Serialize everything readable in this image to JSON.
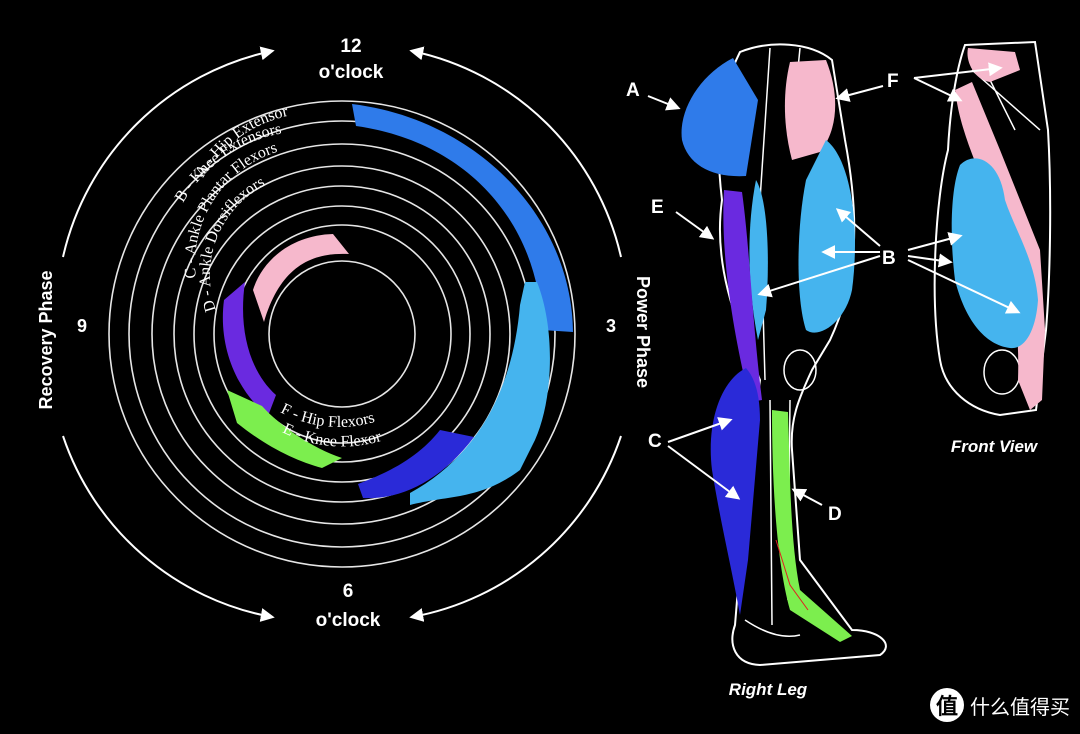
{
  "clock": {
    "top_number": "12",
    "top_label": "o'clock",
    "bottom_number": "6",
    "bottom_label": "o'clock",
    "left_number": "9",
    "right_number": "3",
    "left_phase": "Recovery Phase",
    "right_phase": "Power Phase"
  },
  "ring_labels": {
    "a": "A - Hip Extensor",
    "b": "B - Knee Extensors",
    "c": "C - Ankle Plantar Flexors",
    "d": "D - Ankle Dorsiflexors",
    "e": "E - Knee Flexor",
    "f": "F - Hip Flexors"
  },
  "legs": {
    "right_leg": "Right Leg",
    "front_view": "Front View",
    "markers": {
      "a": "A",
      "b": "B",
      "c": "C",
      "d": "D",
      "e": "E",
      "f": "F"
    }
  },
  "colors": {
    "hip_extensor": "#2f7bea",
    "knee_extensors": "#45b4ee",
    "ankle_plantar_flexors": "#2a2ad8",
    "ankle_dorsiflexors": "#7cee4e",
    "knee_flexor": "#6a2ae0",
    "hip_flexors": "#f6b8cc"
  },
  "watermark": {
    "logo": "值",
    "text": "什么值得买"
  }
}
